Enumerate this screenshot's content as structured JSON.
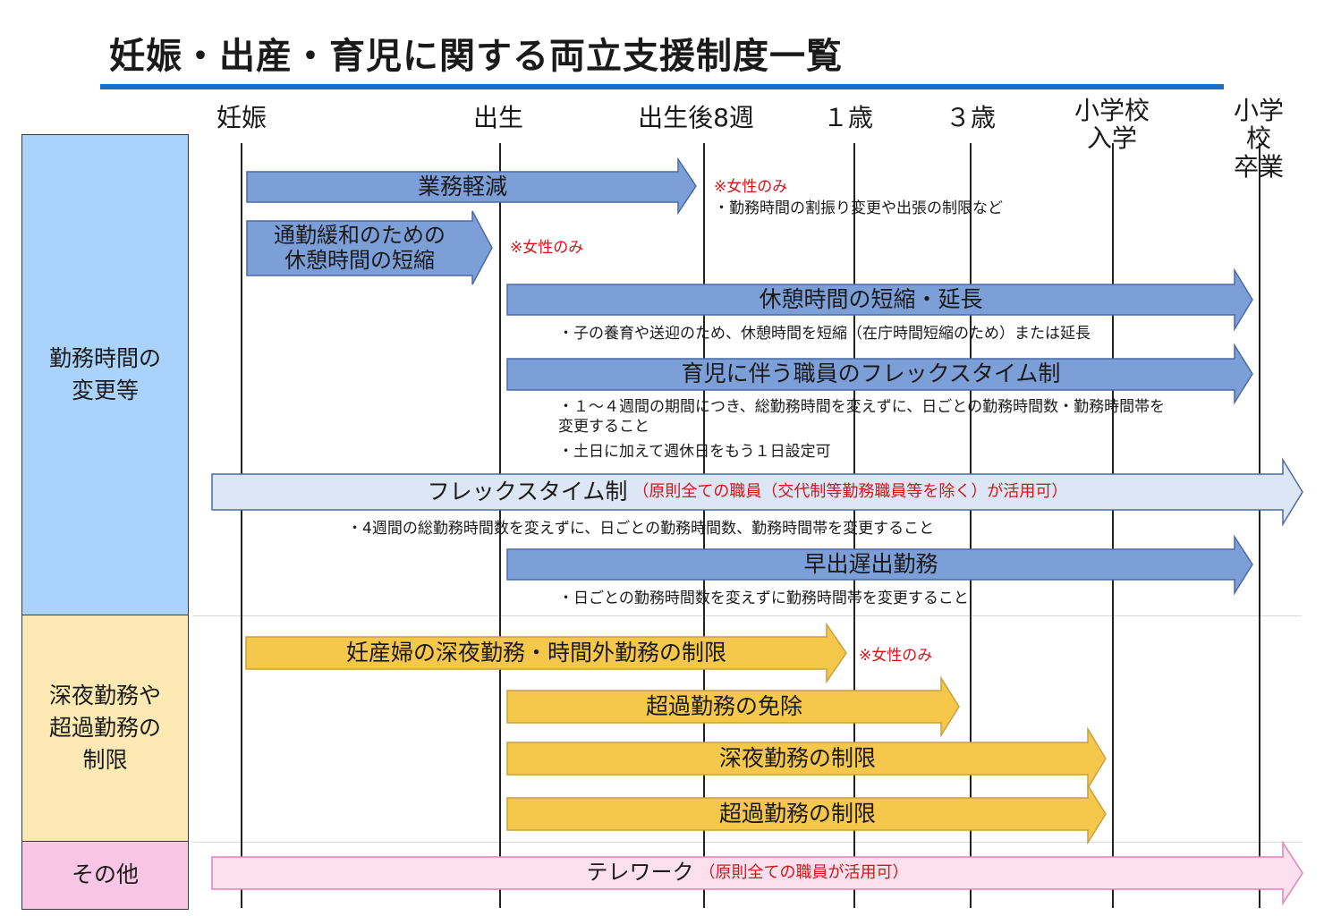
{
  "title": "妊娠・出産・育児に関する両立支援制度一覧",
  "colors": {
    "accent": "#1a6fc4",
    "blue_arrow": "#7d9fd8",
    "blue_light": "#dde6f4",
    "yellow": "#f5c84c",
    "pink_light": "#fde0ee",
    "cat_blue": "#a9d3fb",
    "cat_yellow": "#fde9b3",
    "cat_pink": "#f9c7e5",
    "red": "#d0161b"
  },
  "milestones": [
    "妊娠",
    "出生",
    "出生後8週",
    "１歳",
    "３歳",
    "小学校\n入学",
    "小学校\n卒業"
  ],
  "categories": [
    "勤務時間の\n変更等",
    "深夜勤務や\n超過勤務の\n制限",
    "その他"
  ],
  "items": {
    "gyomu_keigen": {
      "label": "業務軽減",
      "flag": "※女性のみ",
      "note": "・勤務時間の割振り変更や出張の制限など"
    },
    "tsukin_kanwa": {
      "label": "通勤緩和のための\n休憩時間の短縮",
      "flag": "※女性のみ"
    },
    "kyukei": {
      "label": "休憩時間の短縮・延長",
      "note": "・子の養育や送迎のため、休憩時間を短縮（在庁時間短縮のため）または延長"
    },
    "ikuji_flex": {
      "label": "育児に伴う職員のフレックスタイム制",
      "note1": "・１～４週間の期間につき、総勤務時間を変えずに、日ごとの勤務時間数・勤務時間帯を\n変更すること",
      "note2": "・土日に加えて週休日をもう１日設定可"
    },
    "flex": {
      "label": "フレックスタイム制",
      "sub": "（原則全ての職員（交代制等勤務職員等を除く）が活用可）",
      "note": "・4週間の総勤務時間数を変えずに、日ごとの勤務時間数、勤務時間帯を変更すること"
    },
    "hayade": {
      "label": "早出遅出勤務",
      "note": "・日ごとの勤務時間数を変えずに勤務時間帯を変更すること"
    },
    "ninsanpu": {
      "label": "妊産婦の深夜勤務・時間外勤務の制限",
      "flag": "※女性のみ"
    },
    "chouka_menjo": {
      "label": "超過勤務の免除"
    },
    "shinya_seigen": {
      "label": "深夜勤務の制限"
    },
    "chouka_seigen": {
      "label": "超過勤務の制限"
    },
    "telework": {
      "label": "テレワーク",
      "sub": "（原則全ての職員が活用可）"
    }
  }
}
